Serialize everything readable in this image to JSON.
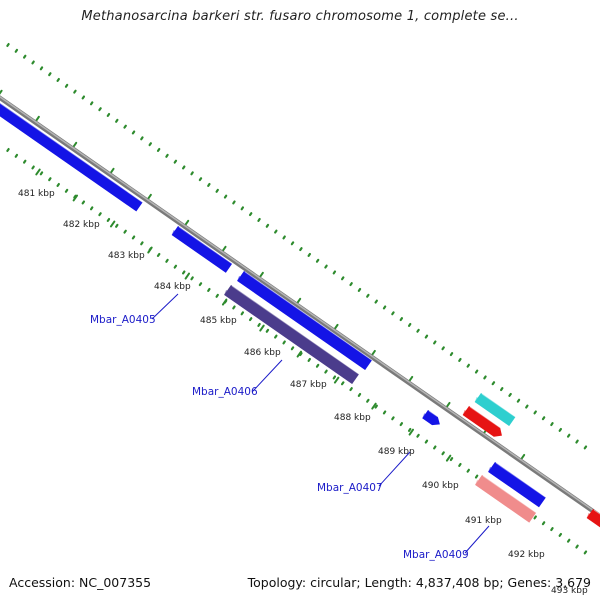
{
  "title": "Methanosarcina barkeri str. fusaro chromosome 1, complete se...",
  "footer": {
    "accession": "Accession: NC_007355",
    "summary": "Topology: circular; Length: 4,837,408 bp; Genes: 3,679"
  },
  "scale_labels": [
    "481 kbp",
    "482 kbp",
    "483 kbp",
    "484 kbp",
    "485 kbp",
    "486 kbp",
    "487 kbp",
    "488 kbp",
    "489 kbp",
    "490 kbp",
    "491 kbp",
    "492 kbp",
    "493 kbp"
  ],
  "gene_labels": [
    "Mbar_A0405",
    "Mbar_A0406",
    "Mbar_A0407",
    "Mbar_A0409"
  ],
  "colors": {
    "backbone": "#8c8c8c",
    "ticks": "#2e8b2e",
    "gene_forward": "#1414e6",
    "gene_dark": "#4b3c8c",
    "gene_cyan": "#2ecfcf",
    "gene_red": "#e61414",
    "gene_pink": "#f08c8c",
    "label": "#1a1ac8"
  }
}
